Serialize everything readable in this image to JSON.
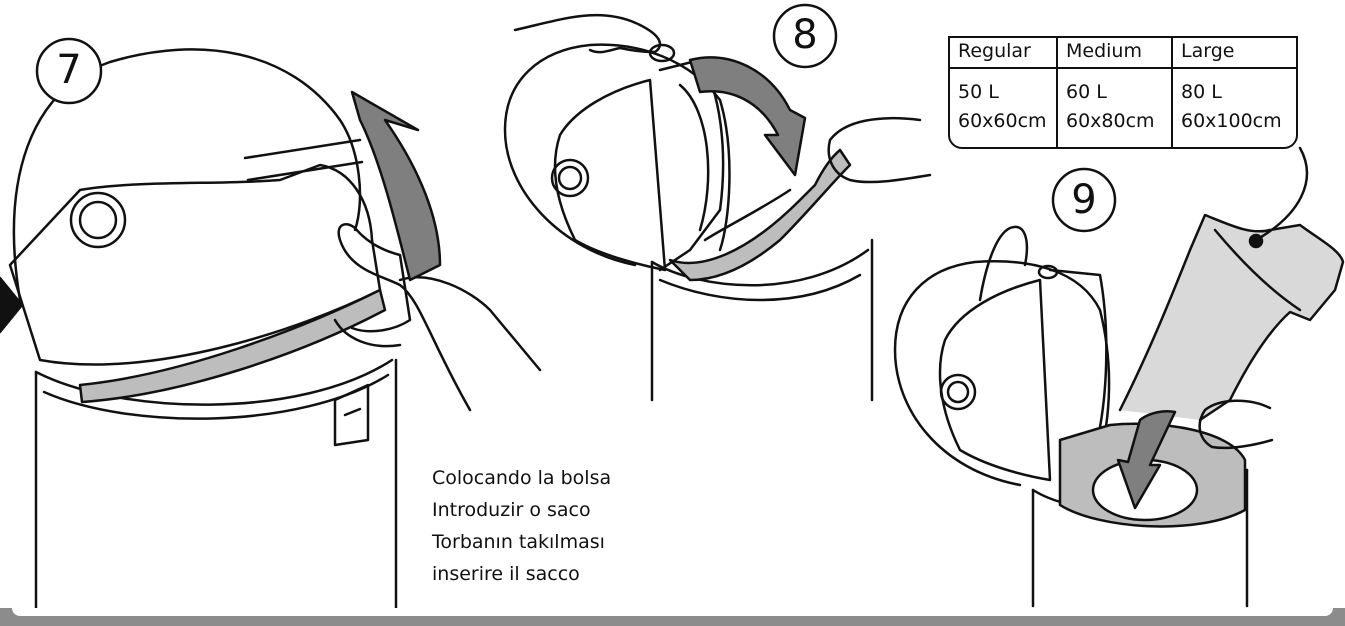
{
  "steps": {
    "step7": "7",
    "step8": "8",
    "step9": "9"
  },
  "bag_sizes": {
    "headers": [
      "Regular",
      "Medium",
      "Large"
    ],
    "rows": [
      [
        "50 L",
        "60 L",
        "80 L"
      ],
      [
        "60x60cm",
        "60x80cm",
        "60x100cm"
      ]
    ]
  },
  "caption": {
    "line1": "Colocando la bolsa",
    "line2": "Introduzir o saco",
    "line3": "Torbanın takılması",
    "line4": "inserire il sacco"
  },
  "colors": {
    "line": "#111111",
    "arrow_fill": "#7f7f7f",
    "insert_fill": "#bdbdbd",
    "bag_fill": "#d9d9d9",
    "band": "#8c8c8c"
  }
}
